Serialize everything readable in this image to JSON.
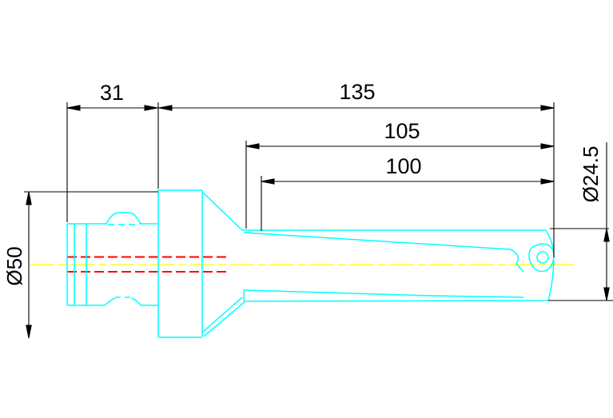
{
  "drawing": {
    "background": "#ffffff",
    "colors": {
      "geometry": "#00ffff",
      "hidden_detail": "#ff0000",
      "centerline": "#ffff00",
      "dimension": "#000000"
    },
    "dimensions": {
      "shank_length": {
        "label": "31",
        "orientation": "horizontal"
      },
      "overall_length": {
        "label": "135",
        "orientation": "horizontal"
      },
      "flute_length_105": {
        "label": "105",
        "orientation": "horizontal"
      },
      "flute_length_100": {
        "label": "100",
        "orientation": "horizontal"
      },
      "holder_diameter": {
        "label": "Ø50",
        "orientation": "vertical"
      },
      "cutting_diameter": {
        "label": "Ø24.5",
        "orientation": "vertical"
      }
    }
  }
}
